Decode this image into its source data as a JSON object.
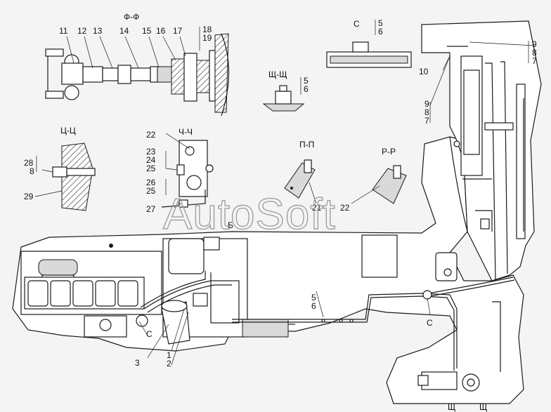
{
  "watermark": "AutoSoft",
  "sections": {
    "ff": "Ф-Ф",
    "cc": "Ц-Ц",
    "chch": "Ч-Ч",
    "pp": "П-П",
    "rr": "Р-Р",
    "c": "С",
    "shsh": "Щ-Щ"
  },
  "labels": {
    "l11": "11",
    "l12": "12",
    "l13": "13",
    "l14": "14",
    "l15": "15",
    "l16": "16",
    "l17": "17",
    "l18": "18",
    "l19": "19",
    "l22a": "22",
    "l23": "23",
    "l24": "24",
    "l25a": "25",
    "l26": "26",
    "l25b": "25",
    "l27": "27",
    "l28": "28",
    "l8a": "8",
    "l29": "29",
    "l21": "21",
    "l22b": "22",
    "c5": "5",
    "c6": "6",
    "sh5": "5",
    "sh6": "6",
    "r9a": "9",
    "r8a": "8",
    "r7a": "7",
    "r10": "10",
    "r9b": "9",
    "r8b": "8",
    "r7b": "7",
    "b": "Б",
    "m5": "5",
    "m6": "6",
    "mc": "С",
    "c_left": "С",
    "l3": "3",
    "l1": "1",
    "l2": "2",
    "sh1": "Щ",
    "sh2": "Щ"
  }
}
